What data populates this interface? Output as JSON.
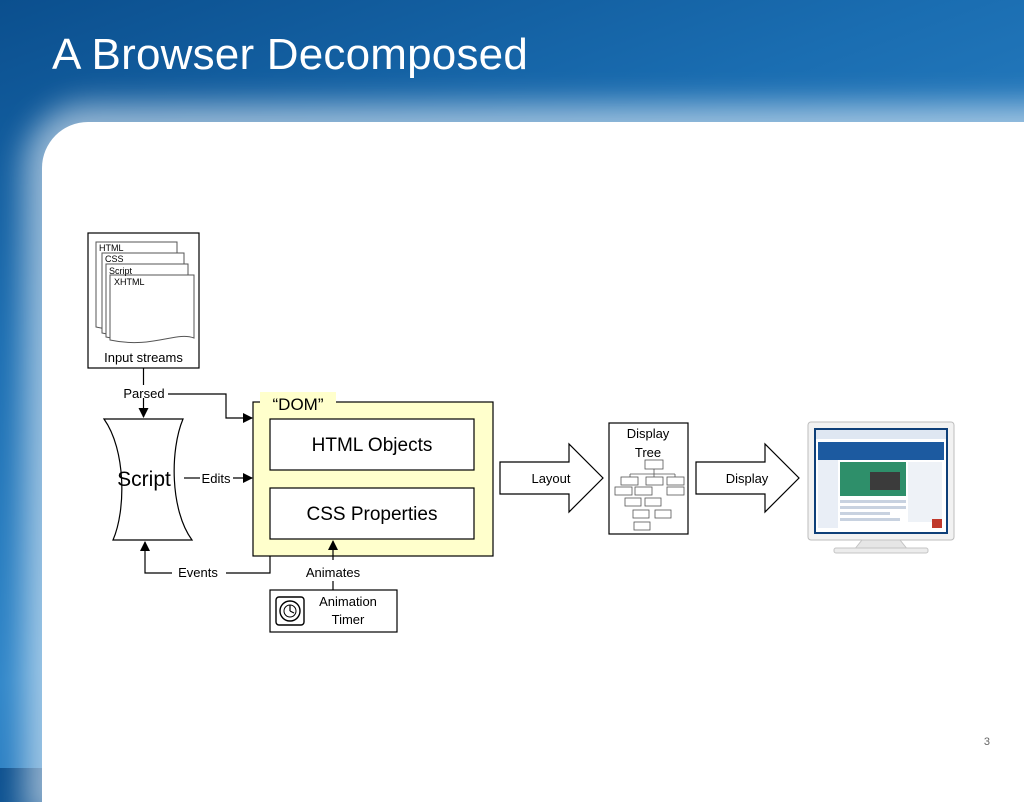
{
  "slide": {
    "title": "A Browser Decomposed",
    "page_number": "3"
  },
  "diagram": {
    "input_streams": {
      "docs": [
        "HTML",
        "CSS",
        "Script",
        "XHTML"
      ],
      "label": "Input streams"
    },
    "script_label": "Script",
    "dom": {
      "label": "“DOM”",
      "html_objects": "HTML Objects",
      "css_properties": "CSS Properties"
    },
    "arrows": {
      "parsed": "Parsed",
      "edits": "Edits",
      "events": "Events",
      "animates": "Animates",
      "layout": "Layout",
      "display": "Display"
    },
    "display_tree_label_1": "Display",
    "display_tree_label_2": "Tree",
    "animation_timer_1": "Animation",
    "animation_timer_2": "Timer"
  }
}
